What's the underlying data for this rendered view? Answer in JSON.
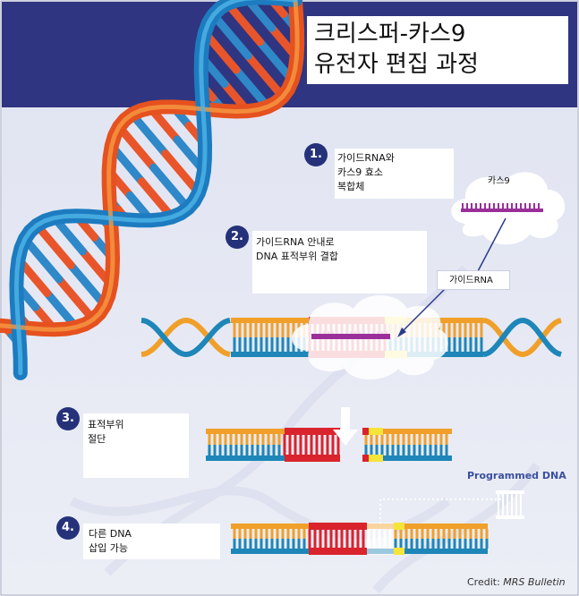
{
  "title": {
    "line1": "크리스퍼-카스9",
    "line2": "유전자 편집 과정"
  },
  "steps": [
    {
      "number": "1.",
      "lines": [
        "가이드RNA와",
        "카스9 효소",
        "복합체"
      ]
    },
    {
      "number": "2.",
      "lines": [
        "가이드RNA 안내로",
        "DNA 표적부위 결합"
      ]
    },
    {
      "number": "3.",
      "lines": [
        "표적부위",
        "절단"
      ]
    },
    {
      "number": "4.",
      "lines": [
        "다른 DNA",
        "삽입 가능"
      ]
    }
  ],
  "labels": {
    "cas9": "카스9",
    "guide_rna": "가이드RNA",
    "programmed_dna": "Programmed DNA"
  },
  "credit": {
    "prefix": "Credit: ",
    "source": "MRS Bulletin"
  },
  "colors": {
    "header_navy": "#2f3580",
    "badge_navy": "#25327a",
    "strand_orange": "#f0a02a",
    "strand_blue": "#1e86b8",
    "target_red": "#d9232d",
    "pam_yellow": "#f5e43a",
    "guide_purple": "#9b2f9a",
    "background_lavender": "#e3e6f2"
  }
}
